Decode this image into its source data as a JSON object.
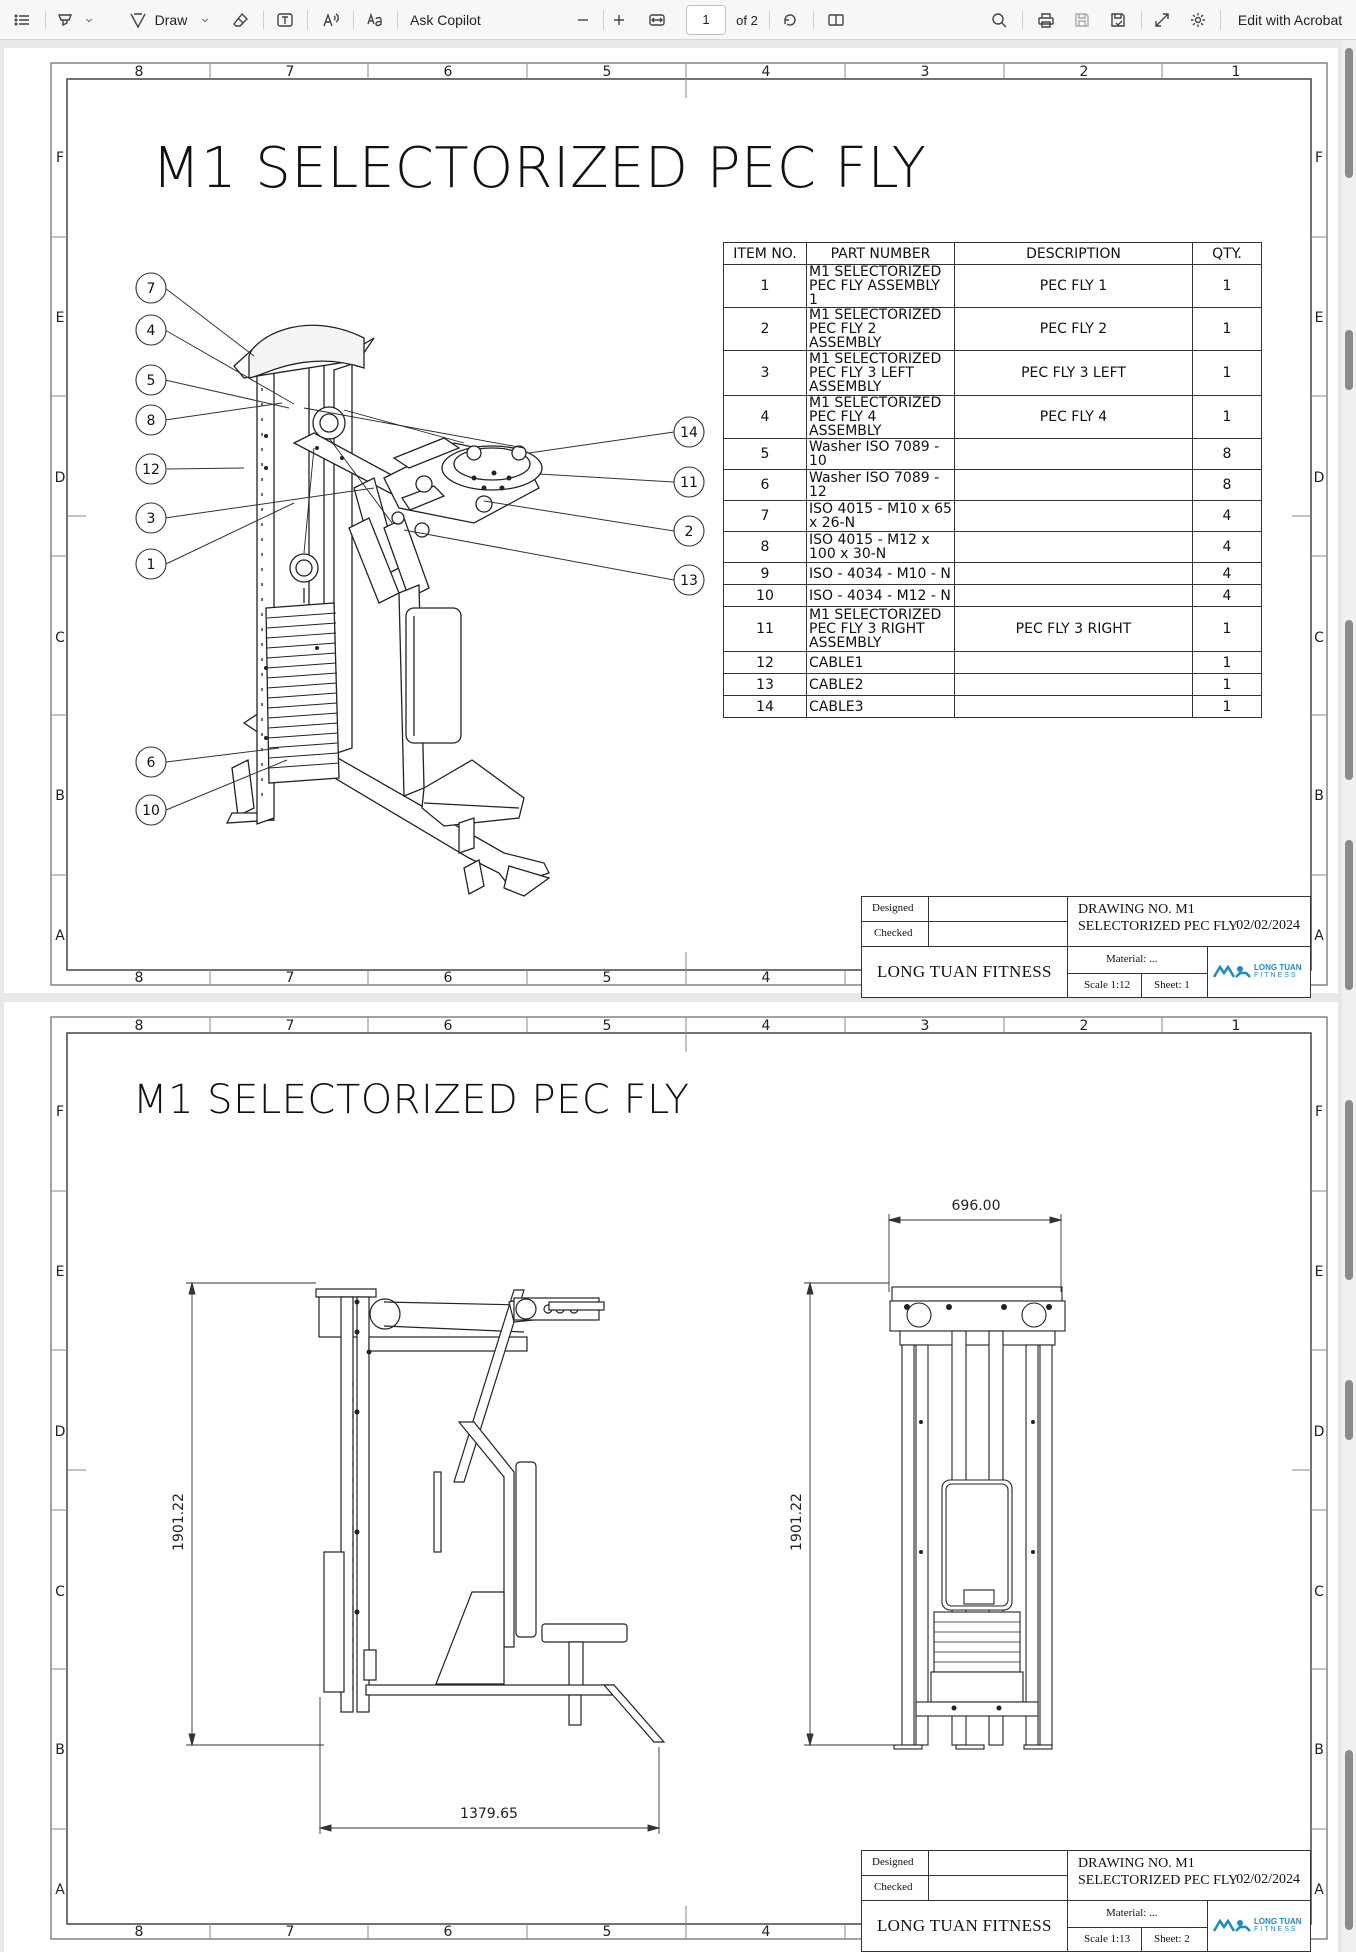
{
  "toolbar": {
    "draw_label": "Draw",
    "ask_copilot_label": "Ask Copilot",
    "page_current": "1",
    "page_total": "of 2",
    "edit_acrobat_label": "Edit with Acrobat",
    "icons": [
      "list-icon",
      "highlighter-icon",
      "chevron-down-icon",
      "draw-icon",
      "eraser-icon",
      "text-box-icon",
      "read-aloud-icon",
      "translate-icon",
      "zoom-out-icon",
      "zoom-in-icon",
      "fit-width-icon",
      "rotate-icon",
      "two-page-icon",
      "search-icon",
      "print-icon",
      "save-icon",
      "save-as-icon",
      "fullscreen-icon",
      "settings-icon"
    ]
  },
  "sheet_labels": {
    "columns": [
      "8",
      "7",
      "6",
      "5",
      "4",
      "3",
      "2",
      "1"
    ],
    "rows": [
      "F",
      "E",
      "D",
      "C",
      "B",
      "A"
    ]
  },
  "page1": {
    "title": "M1 SELECTORIZED PEC FLY",
    "balloons": [
      "7",
      "4",
      "5",
      "8",
      "12",
      "3",
      "1",
      "6",
      "10",
      "14",
      "11",
      "2",
      "13"
    ],
    "bom": {
      "headers": [
        "ITEM NO.",
        "PART NUMBER",
        "DESCRIPTION",
        "QTY."
      ],
      "rows": [
        {
          "item": "1",
          "part": "M1 SELECTORIZED PEC FLY ASSEMBLY 1",
          "desc": "PEC FLY 1",
          "qty": "1"
        },
        {
          "item": "2",
          "part": "M1 SELECTORIZED PEC FLY 2 ASSEMBLY",
          "desc": "PEC FLY 2",
          "qty": "1"
        },
        {
          "item": "3",
          "part": "M1 SELECTORIZED PEC FLY 3 LEFT ASSEMBLY",
          "desc": "PEC FLY 3 LEFT",
          "qty": "1"
        },
        {
          "item": "4",
          "part": "M1 SELECTORIZED PEC FLY 4 ASSEMBLY",
          "desc": "PEC FLY 4",
          "qty": "1"
        },
        {
          "item": "5",
          "part": "Washer ISO 7089 - 10",
          "desc": "",
          "qty": "8"
        },
        {
          "item": "6",
          "part": "Washer ISO 7089 - 12",
          "desc": "",
          "qty": "8"
        },
        {
          "item": "7",
          "part": "ISO 4015 - M10 x 65 x 26-N",
          "desc": "",
          "qty": "4"
        },
        {
          "item": "8",
          "part": "ISO 4015 - M12 x 100 x 30-N",
          "desc": "",
          "qty": "4"
        },
        {
          "item": "9",
          "part": "ISO - 4034 - M10 - N",
          "desc": "",
          "qty": "4"
        },
        {
          "item": "10",
          "part": "ISO - 4034 - M12 - N",
          "desc": "",
          "qty": "4"
        },
        {
          "item": "11",
          "part": "M1 SELECTORIZED PEC FLY 3 RIGHT ASSEMBLY",
          "desc": "PEC FLY 3 RIGHT",
          "qty": "1"
        },
        {
          "item": "12",
          "part": "CABLE1",
          "desc": "",
          "qty": "1"
        },
        {
          "item": "13",
          "part": "CABLE2",
          "desc": "",
          "qty": "1"
        },
        {
          "item": "14",
          "part": "CABLE3",
          "desc": "",
          "qty": "1"
        }
      ]
    },
    "title_block": {
      "designed": "Designed",
      "checked": "Checked",
      "company": "LONG TUAN FITNESS",
      "drawing_no": "DRAWING NO. M1 SELECTORIZED PEC FLY",
      "date": "02/02/2024",
      "material": "Material: ...",
      "scale": "Scale 1:12",
      "sheet": "Sheet: 1",
      "logo_text": "LONG TUAN",
      "logo_sub": "FITNESS"
    }
  },
  "page2": {
    "title": "M1 SELECTORIZED PEC FLY",
    "dimensions": {
      "side_height": "1901.22",
      "side_length": "1379.65",
      "front_width": "696.00",
      "front_height": "1901.22"
    },
    "title_block": {
      "designed": "Designed",
      "checked": "Checked",
      "company": "LONG TUAN FITNESS",
      "drawing_no": "DRAWING NO. M1 SELECTORIZED PEC FLY",
      "date": "02/02/2024",
      "material": "Material: ...",
      "scale": "Scale 1:13",
      "sheet": "Sheet: 2",
      "logo_text": "LONG TUAN",
      "logo_sub": "FITNESS"
    }
  }
}
